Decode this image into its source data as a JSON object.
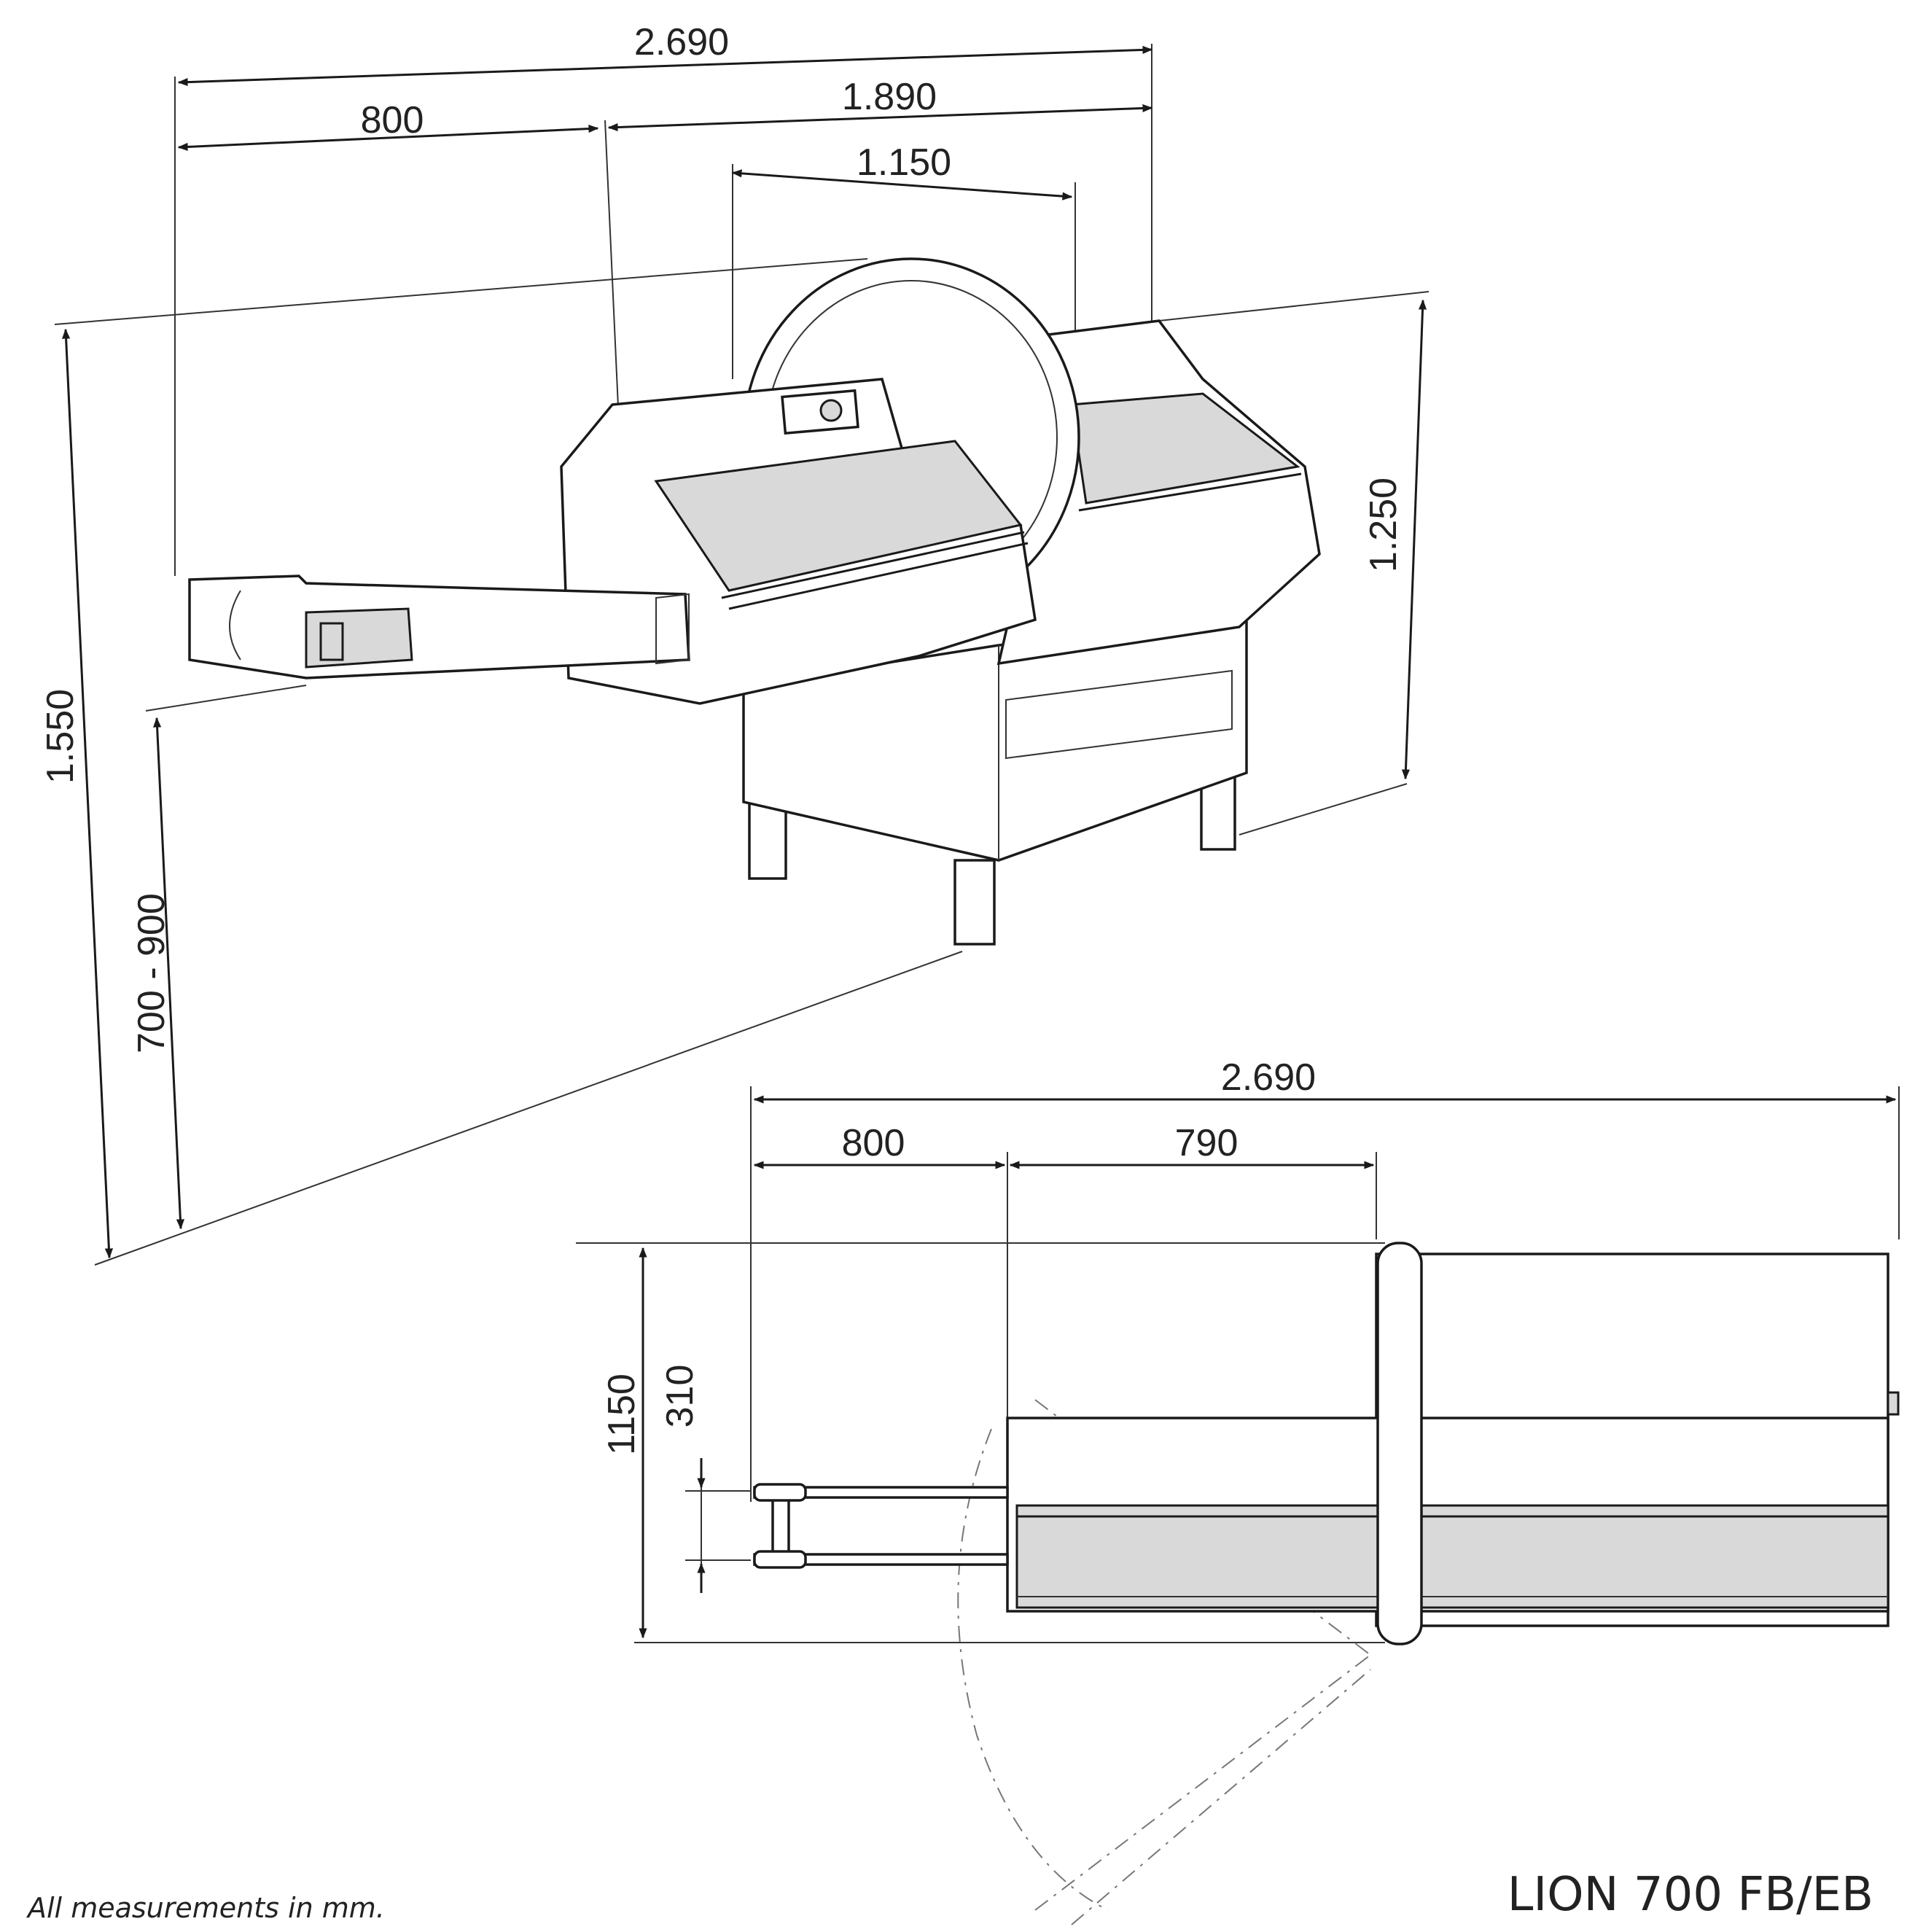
{
  "iso_view": {
    "dims": {
      "overall_length": "2.690",
      "carriage_length": "800",
      "body_length": "1.890",
      "blade_span": "1.150",
      "total_height": "1.550",
      "machine_height": "1.250",
      "table_height": "700 - 900"
    }
  },
  "top_view": {
    "dims": {
      "overall_length": "2.690",
      "carriage_length": "800",
      "tray_length": "790",
      "depth": "1150",
      "carriage_width": "310"
    }
  },
  "footer": {
    "note": "All measurements in mm.",
    "model": "LION 700 FB/EB"
  }
}
